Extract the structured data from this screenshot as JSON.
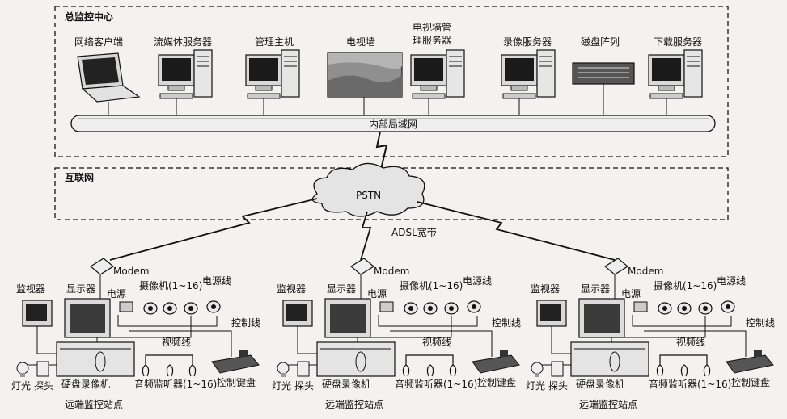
{
  "center": {
    "title": "总监控中心",
    "devices": [
      "网络客户端",
      "流媒体服务器",
      "管理主机",
      "电视墙",
      "电视墙管",
      "理服务器",
      "录像服务器",
      "磁盘阵列",
      "下载服务器"
    ],
    "lan": "内部局域网"
  },
  "internet": {
    "title": "互联网",
    "cloud": "PSTN",
    "adsl": "ADSL宽带"
  },
  "site": {
    "modem": "Modem",
    "monitor": "监视器",
    "display": "显示器",
    "power": "电源",
    "camera": "摄像机(1~16)",
    "power_line": "电源线",
    "control_line": "控制线",
    "video_line": "视频线",
    "light": "灯光",
    "probe": "探头",
    "dvr": "硬盘录像机",
    "audio": "音频监听器(1~16)",
    "keyboard": "控制键盘",
    "name": "远端监控站点"
  }
}
